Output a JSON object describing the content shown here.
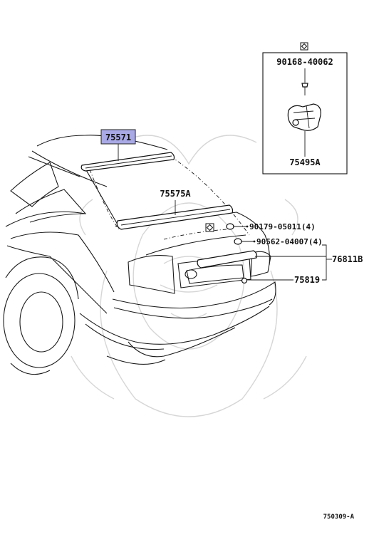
{
  "diagram": {
    "highlight_color": "#a9a9e6",
    "inset_box": {
      "marker_icon": "square-diamond-icon",
      "top_part": "90168-40062",
      "bottom_part": "75495A"
    },
    "labels": {
      "p75571": "75571",
      "p75575A": "75575A",
      "p90179": "90179-05011(4)",
      "p90562": "90562-04007(4)",
      "p76811B": "76811B",
      "p75819": "75819"
    },
    "marker_icon": "square-diamond-icon",
    "figure_code": "750309-A"
  }
}
